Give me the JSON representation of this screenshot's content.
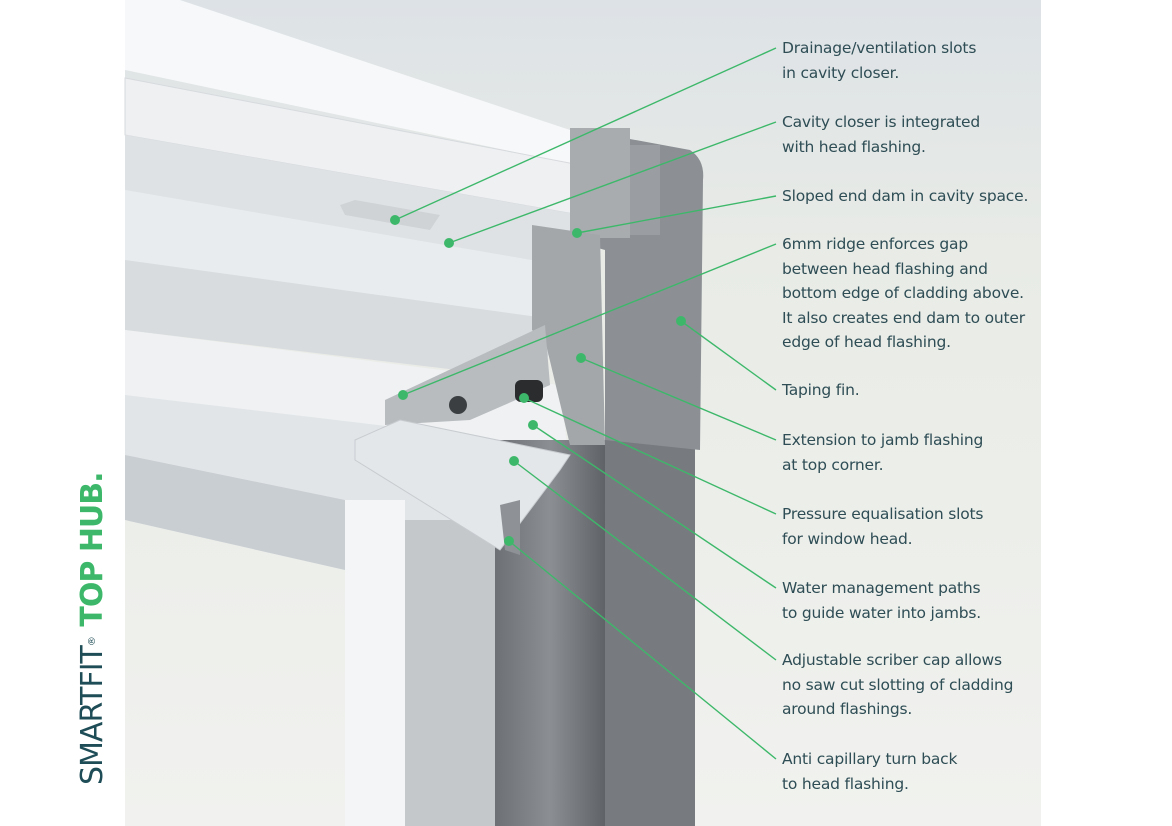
{
  "brand": {
    "name": "SMARTFIT",
    "registered": "®",
    "product": "TOP HUB."
  },
  "colors": {
    "accent": "#3db86a",
    "text": "#2e4d55"
  },
  "callouts": [
    {
      "text": "Drainage/ventilation slots\nin cavity closer."
    },
    {
      "text": "Cavity closer is integrated\nwith head flashing."
    },
    {
      "text": "Sloped end dam in cavity space."
    },
    {
      "text": "6mm ridge enforces gap\nbetween head flashing and\nbottom edge of cladding above.\nIt also creates end dam to outer\nedge of head flashing."
    },
    {
      "text": "Taping fin."
    },
    {
      "text": "Extension to jamb flashing\nat top corner."
    },
    {
      "text": "Pressure equalisation slots\nfor window head."
    },
    {
      "text": "Water management paths\nto guide water into jambs."
    },
    {
      "text": "Adjustable scriber cap allows\nno saw cut slotting of cladding\naround flashings."
    },
    {
      "text": "Anti capillary turn back\nto head flashing."
    }
  ]
}
